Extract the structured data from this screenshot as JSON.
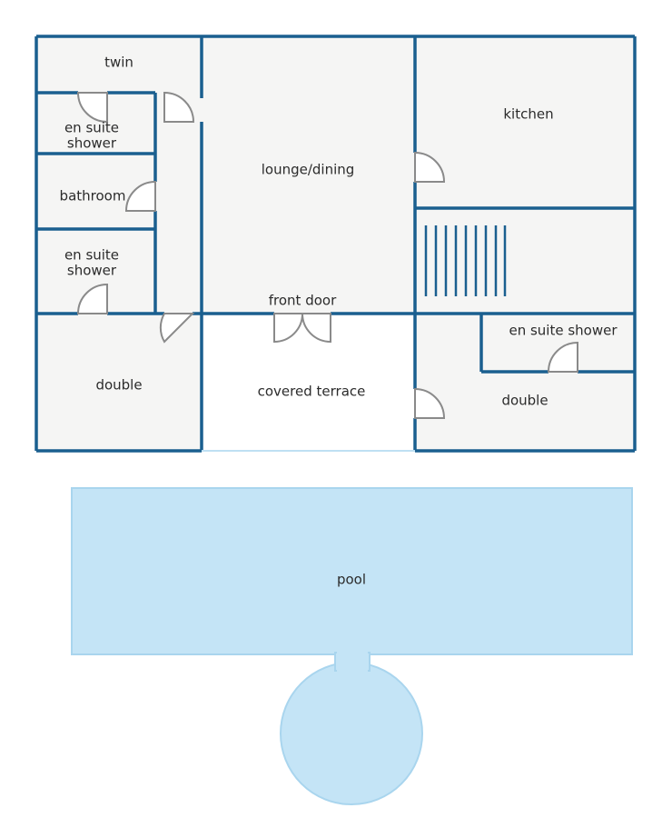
{
  "rooms": {
    "twin": "twin",
    "ensuite_top_left": "en suite\nshower",
    "bathroom": "bathroom",
    "ensuite_mid_left": "en suite\nshower",
    "double_left": "double",
    "lounge": "lounge/dining",
    "front_door": "front door",
    "terrace": "covered terrace",
    "kitchen": "kitchen",
    "ensuite_right": "en suite shower",
    "double_right": "double",
    "pool": "pool"
  },
  "colors": {
    "wall": "#1a5f8f",
    "floor": "#f5f5f4",
    "pool": "#c4e4f6",
    "door": "#8a8a8a"
  }
}
